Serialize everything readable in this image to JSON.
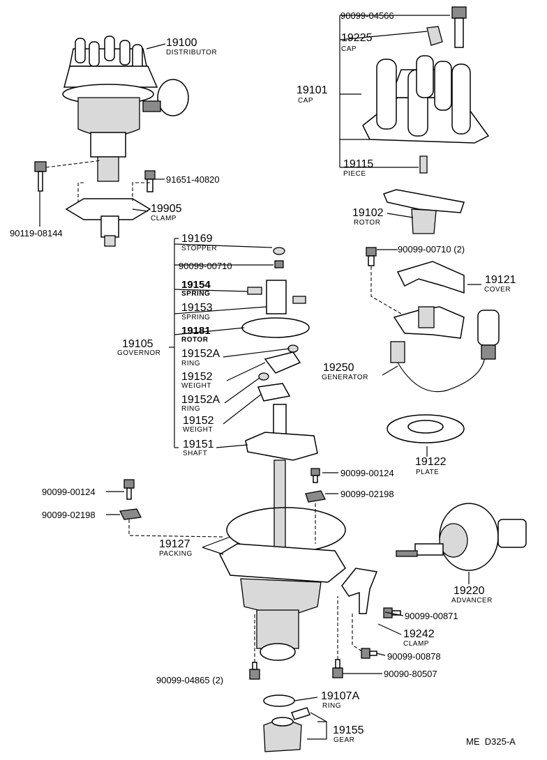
{
  "diagram_code": "ME  D325-A",
  "labels": {
    "b90099_04566": "90099-04566",
    "cap_19225_no": "19225",
    "cap_19225_name": "CAP",
    "cap_19101_no": "19101",
    "cap_19101_name": "CAP",
    "piece_no": "19115",
    "piece_name": "PIECE",
    "rotor_19102_no": "19102",
    "rotor_19102_name": "ROTOR",
    "b90099_00710_2": "90099-00710 (2)",
    "cover_no": "19121",
    "cover_name": "COVER",
    "generator_no": "19250",
    "generator_name": "GENERATOR",
    "plate_no": "19122",
    "plate_name": "PLATE",
    "advancer_no": "19220",
    "advancer_name": "ADVANCER",
    "distributor_no": "19100",
    "distributor_name": "DISTRIBUTOR",
    "b91651_40820": "91651-40820",
    "clamp_19905_no": "19905",
    "clamp_19905_name": "CLAMP",
    "b90119_08144": "90119-08144",
    "stopper_no": "19169",
    "stopper_name": "STOPPER",
    "b90099_00710": "90099-00710",
    "spring_19154_no": "19154",
    "spring_19154_name": "SPRING",
    "spring_19153_no": "19153",
    "spring_19153_name": "SPRING",
    "rotor_19181_no": "19181",
    "rotor_19181_name": "ROTOR",
    "governor_no": "19105",
    "governor_name": "GOVERNOR",
    "ring_a_no": "19152A",
    "ring_a_name": "RING",
    "weight_a_no": "19152",
    "weight_a_name": "WEIGHT",
    "ring_b_no": "19152A",
    "ring_b_name": "RING",
    "weight_b_no": "19152",
    "weight_b_name": "WEIGHT",
    "shaft_no": "19151",
    "shaft_name": "SHAFT",
    "b90099_00124_r": "90099-00124",
    "b90099_02198_r": "90099-02198",
    "b90099_00124_l": "90099-00124",
    "b90099_02198_l": "90099-02198",
    "packing_no": "19127",
    "packing_name": "PACKING",
    "b90099_00871": "90099-00871",
    "clamp_19242_no": "19242",
    "clamp_19242_name": "CLAMP",
    "b90099_00878": "90099-00878",
    "b90099_04865_2": "90099-04865 (2)",
    "b90090_80507": "90090-80507",
    "ring_19107a_no": "19107A",
    "ring_19107a_name": "RING",
    "gear_no": "19155",
    "gear_name": "GEAR"
  }
}
